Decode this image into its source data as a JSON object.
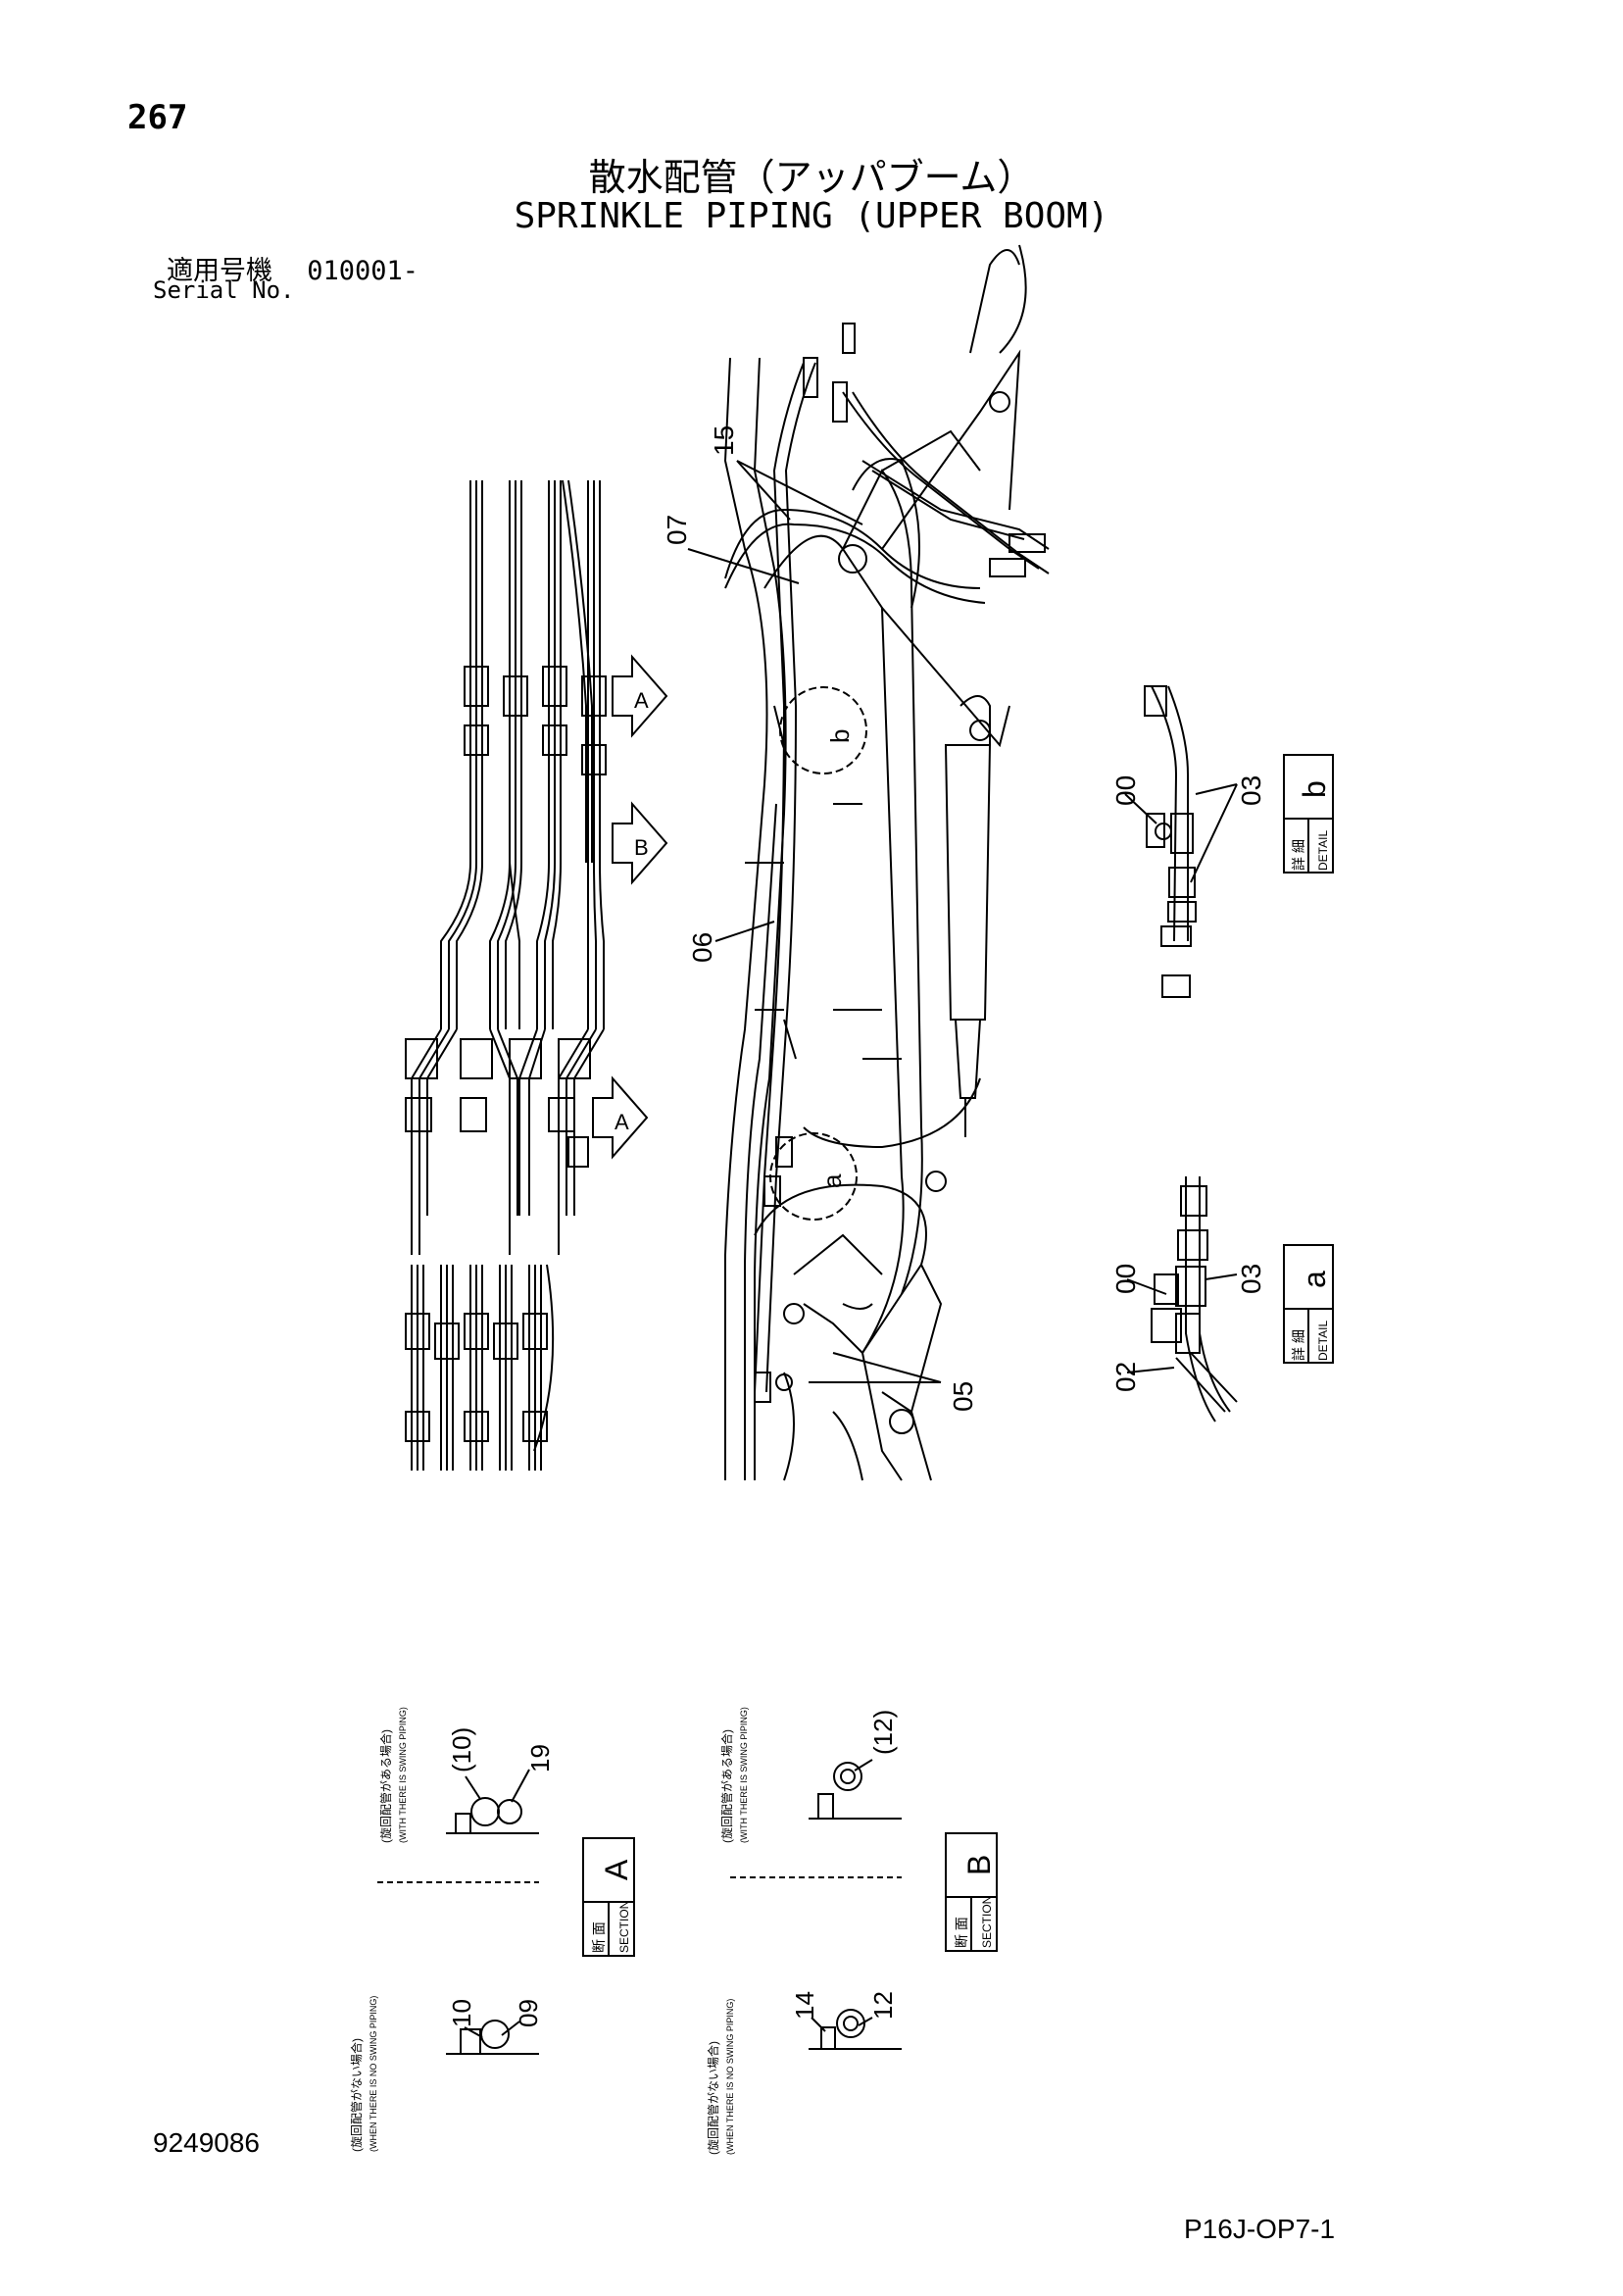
{
  "page_number": "267",
  "title_jp": "散水配管（アッパブーム）",
  "title_en": "SPRINKLE PIPING (UPPER BOOM)",
  "serial_label_jp": "適用号機",
  "serial_value": "010001-",
  "serial_label_en": "Serial No.",
  "parts": {
    "p15": "15",
    "p07": "07",
    "p06": "06",
    "p05": "05",
    "detail_b_letter": "b",
    "detail_a_letter": "a"
  },
  "arrows": {
    "a_top": "A",
    "b": "B",
    "a_bottom": "A"
  },
  "detail_b": {
    "p00": "00",
    "p03": "03",
    "jp": "詳 細",
    "en": "DETAIL",
    "letter": "b"
  },
  "detail_a": {
    "p00": "00",
    "p03": "03",
    "p02": "02",
    "jp": "詳 細",
    "en": "DETAIL",
    "letter": "a"
  },
  "section_a": {
    "p10_paren": "(10)",
    "p19": "19",
    "p10": "10",
    "p09": "09",
    "jp": "断 面",
    "en": "SECTION",
    "letter": "A",
    "note_with_jp": "(旋回配管がある場合)",
    "note_with_en": "(WITH THERE IS SWING PIPING)",
    "note_without_jp": "(旋回配管がない場合)",
    "note_without_en": "(WHEN THERE IS NO SWING PIPING)"
  },
  "section_b": {
    "p12_paren": "(12)",
    "p14": "14",
    "p12": "12",
    "jp": "断 面",
    "en": "SECTION",
    "letter": "B",
    "note_with_jp": "(旋回配管がある場合)",
    "note_with_en": "(WITH THERE IS SWING PIPING)",
    "note_without_jp": "(旋回配管がない場合)",
    "note_without_en": "(WHEN THERE IS NO SWING PIPING)"
  },
  "doc_number": "9249086",
  "page_ref": "P16J-OP7-1"
}
